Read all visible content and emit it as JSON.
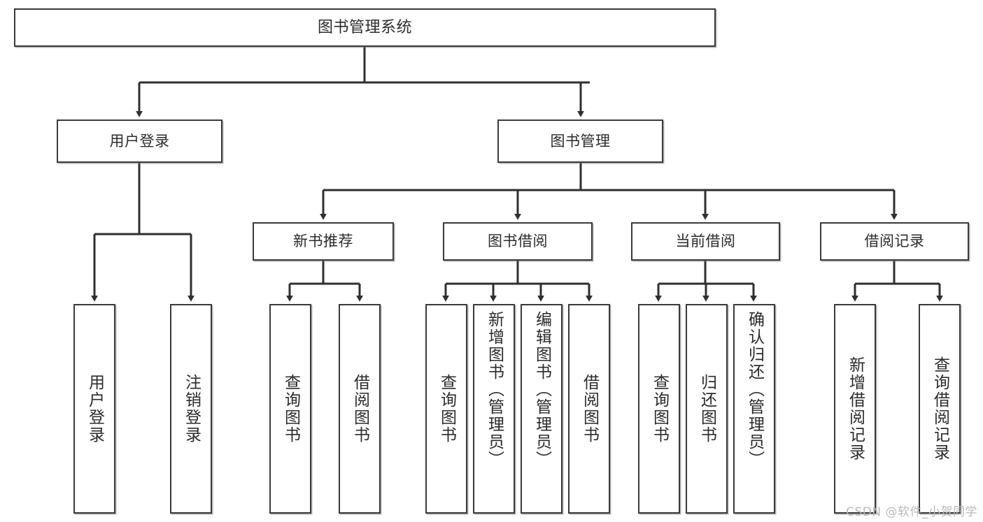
{
  "diagram": {
    "title_box": {
      "label": "图书管理系统"
    },
    "level2": [
      {
        "id": "user-login",
        "label": "用户登录"
      },
      {
        "id": "book-manage",
        "label": "图书管理"
      }
    ],
    "level3": [
      {
        "id": "new-book-recommend",
        "label": "新书推荐"
      },
      {
        "id": "book-borrow",
        "label": "图书借阅"
      },
      {
        "id": "current-borrow",
        "label": "当前借阅"
      },
      {
        "id": "borrow-record",
        "label": "借阅记录"
      }
    ],
    "leaves": {
      "user_login": [
        {
          "id": "leaf-user-login",
          "label": "用户登录"
        },
        {
          "id": "leaf-logout-login",
          "label": "注销登录"
        }
      ],
      "new_book_recommend": [
        {
          "id": "leaf-query-book-1",
          "label": "查询图书"
        },
        {
          "id": "leaf-borrow-book-1",
          "label": "借阅图书"
        }
      ],
      "book_borrow": [
        {
          "id": "leaf-query-book-2",
          "label": "查询图书"
        },
        {
          "id": "leaf-add-book",
          "label": "新增图书（管理员）"
        },
        {
          "id": "leaf-edit-book",
          "label": "编辑图书（管理员）"
        },
        {
          "id": "leaf-borrow-book-2",
          "label": "借阅图书"
        }
      ],
      "current_borrow": [
        {
          "id": "leaf-query-book-3",
          "label": "查询图书"
        },
        {
          "id": "leaf-return-book",
          "label": "归还图书"
        },
        {
          "id": "leaf-confirm-return",
          "label": "确认归还（管理员）"
        }
      ],
      "borrow_record": [
        {
          "id": "leaf-add-record",
          "label": "新增借阅记录"
        },
        {
          "id": "leaf-query-record",
          "label": "查询借阅记录"
        }
      ]
    }
  },
  "watermark": {
    "text": "CSDN @软件_小贺同学"
  },
  "colors": {
    "stroke": "#3a3a3a",
    "box_fill": "#ffffff",
    "text": "#2b2b2b",
    "watermark": "#b9b9b9",
    "background": "#ffffff"
  }
}
